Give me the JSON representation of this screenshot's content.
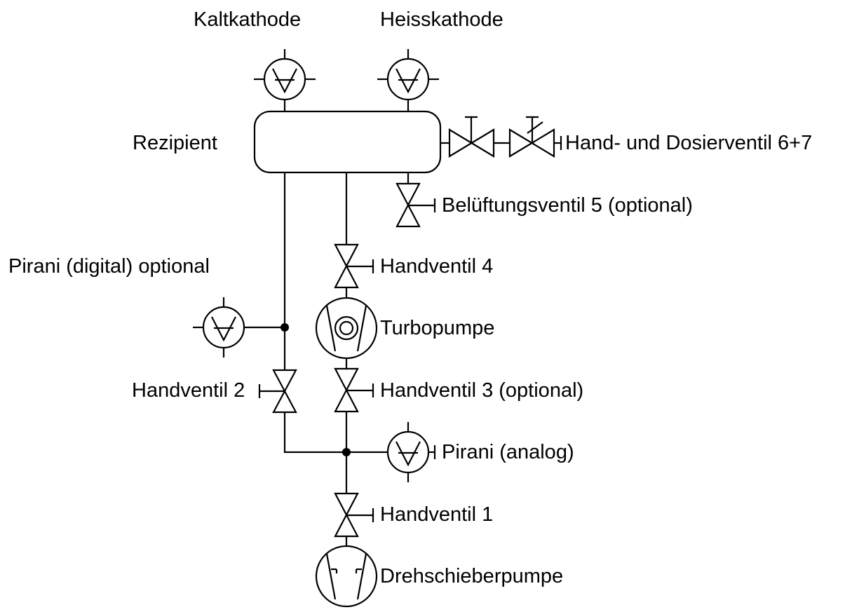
{
  "labels": {
    "kaltkathode": "Kaltkathode",
    "heisskathode": "Heisskathode",
    "rezipient": "Rezipient",
    "hand_dosierventil": "Hand- und Dosierventil 6+7",
    "belueftungsventil": "Belüftungsventil 5 (optional)",
    "pirani_digital": "Pirani (digital) optional",
    "handventil_4": "Handventil 4",
    "turbopumpe": "Turbopumpe",
    "handventil_2": "Handventil 2",
    "handventil_3": "Handventil 3 (optional)",
    "pirani_analog": "Pirani (analog)",
    "handventil_1": "Handventil 1",
    "drehschieberpumpe": "Drehschieberpumpe"
  },
  "colors": {
    "line": "#000000",
    "background": "#ffffff"
  },
  "symbols": [
    "gauge-icon",
    "valve-icon",
    "turbopump-icon",
    "rotary-vane-pump-icon",
    "chamber"
  ]
}
